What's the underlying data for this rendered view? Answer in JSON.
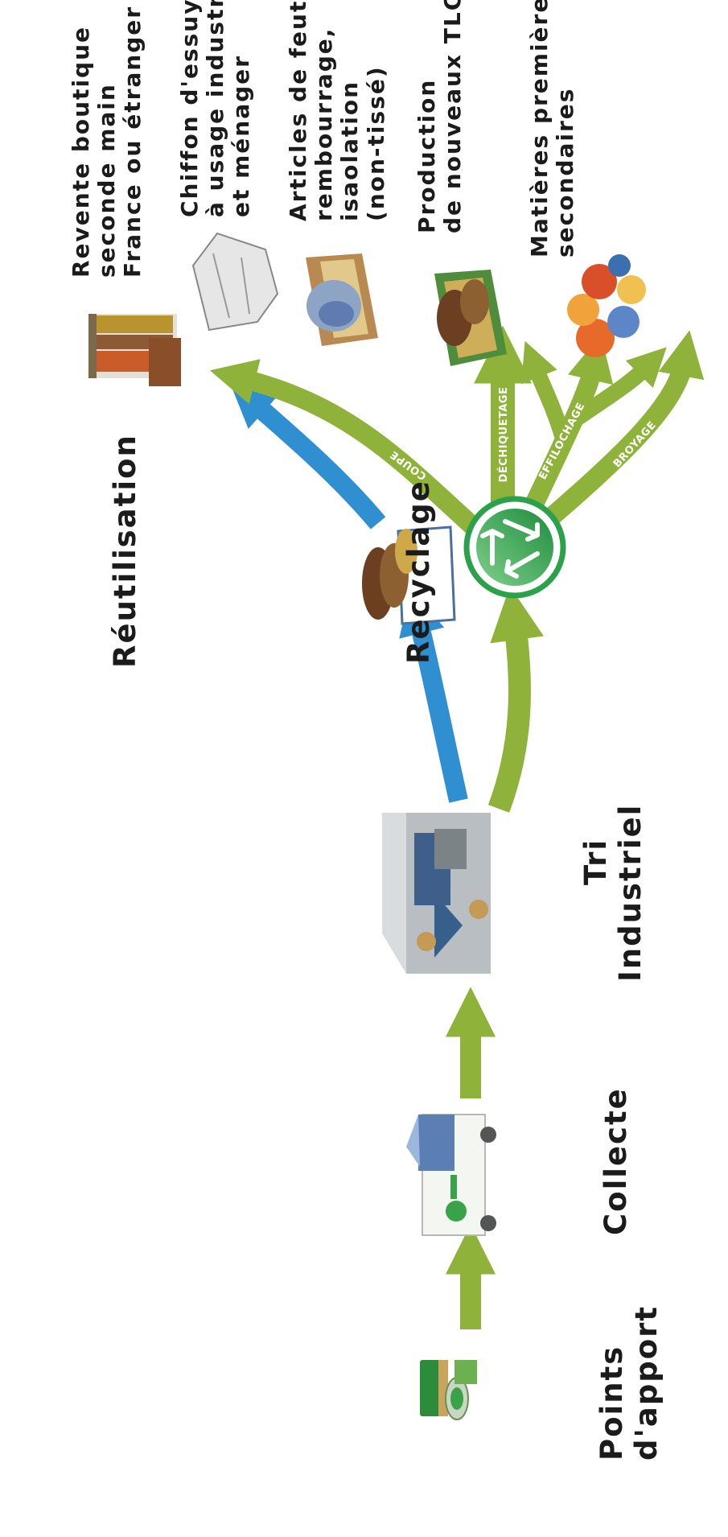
{
  "stages": {
    "points_apport": [
      "Points",
      "d'apport"
    ],
    "collecte": "Collecte",
    "tri": [
      "Tri",
      "Industriel"
    ],
    "reutilisation": "Réutilisation",
    "recyclage": "Recyclage"
  },
  "destinations": {
    "revente": [
      "Revente boutique",
      "seconde main",
      "France ou étranger"
    ],
    "chiffon": [
      "Chiffon d'essuyage",
      "à usage industriel",
      "et ménager"
    ],
    "articles": [
      "Articles de feutre,",
      "rembourrage,",
      "isaolation",
      "(non-tissé)"
    ],
    "production": [
      "Production",
      "de nouveaux TLC"
    ],
    "matieres": [
      "Matières premières",
      "secondaires"
    ]
  },
  "paths": {
    "coupe": "COUPE",
    "dechiquetage": "DÉCHIQUETAGE",
    "effilochage": "EFFILOCHAGE",
    "broyage": "BROYAGE"
  },
  "colors": {
    "green_arrow": "#8fb23a",
    "blue_arrow": "#2f8fd0",
    "recycle_circle": "#2aa14a",
    "text": "#1b1b1b"
  },
  "icons": [
    "container-icon",
    "truck-icon",
    "sorting-machine-icon",
    "clothes-bundle-icon",
    "clothes-rack-icon",
    "rag-icon",
    "felt-roll-icon",
    "textile-stack-icon",
    "fibers-icon",
    "recycle-icon"
  ]
}
